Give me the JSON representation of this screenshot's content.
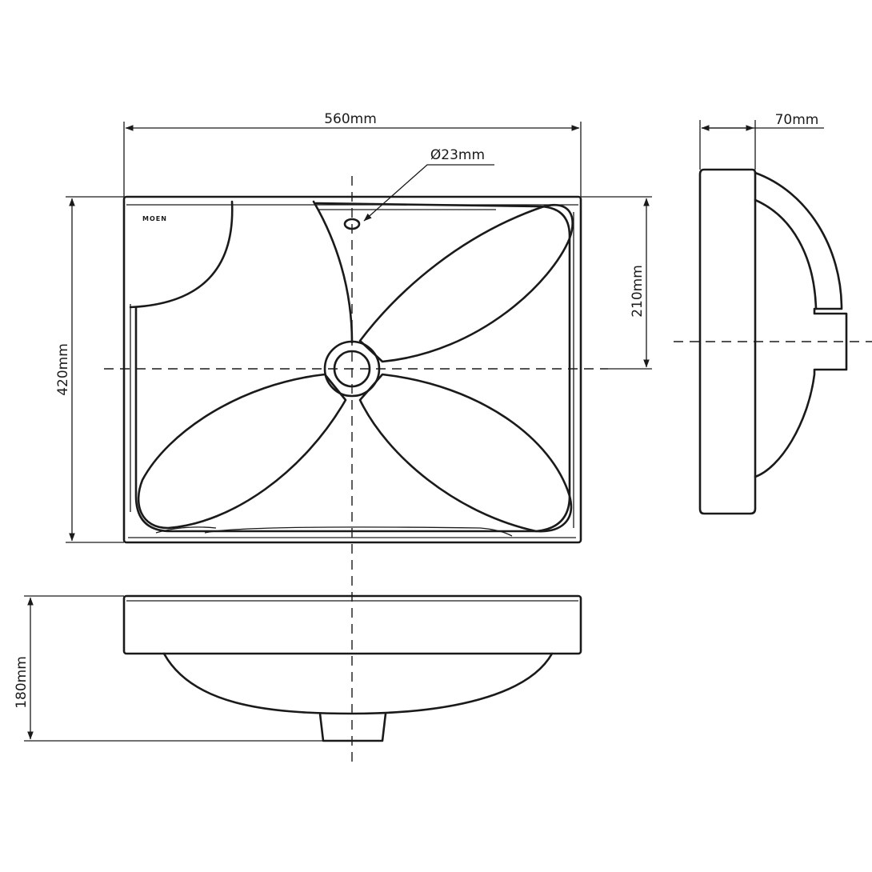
{
  "brand": "MOEN",
  "dimensions": {
    "width": "560mm",
    "depth_side": "70mm",
    "drain": "Ø23mm",
    "height": "420mm",
    "half_height": "210mm",
    "overall_height": "180mm"
  }
}
